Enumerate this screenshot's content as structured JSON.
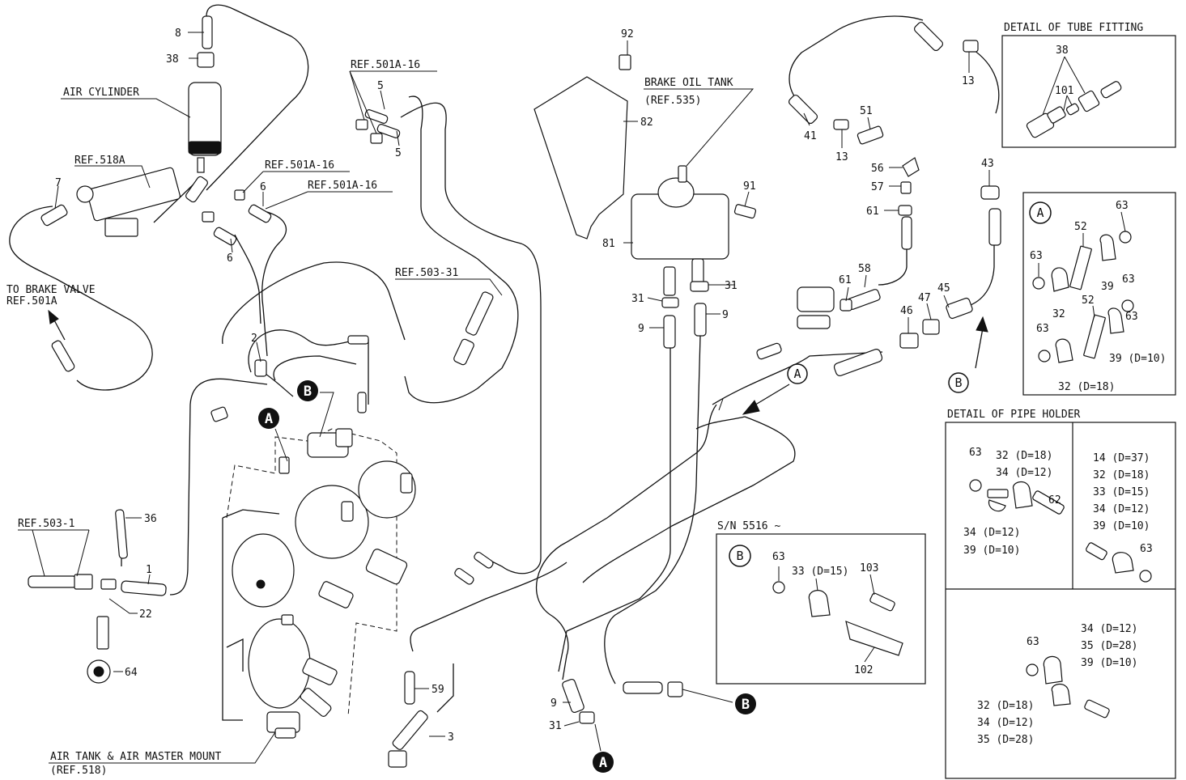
{
  "labels": {
    "air_cylinder": "AIR CYLINDER",
    "ref_518a": "REF.518A",
    "to_brake_valve": "TO BRAKE VALVE",
    "ref_501a": "REF.501A",
    "ref_501a_16_top": "REF.501A-16",
    "ref_501a_16_mid": "REF.501A-16",
    "ref_501a_16_low": "REF.501A-16",
    "ref_503_31": "REF.503-31",
    "ref_503_1": "REF.503-1",
    "air_tank": "AIR TANK & AIR MASTER MOUNT",
    "ref_518": "(REF.518)",
    "brake_oil_tank": "BRAKE OIL TANK",
    "ref_535": "(REF.535)",
    "detail_tube_fitting": "DETAIL OF TUBE FITTING",
    "detail_pipe_holder": "DETAIL OF PIPE HOLDER",
    "sn_5516": "S/N 5516 ~"
  },
  "markers": {
    "A": "A",
    "B": "B"
  },
  "part_numbers": {
    "p8": "8",
    "p38": "38",
    "p7": "7",
    "p5a": "5",
    "p5b": "5",
    "p6a": "6",
    "p6b": "6",
    "p2": "2",
    "p36": "36",
    "p1": "1",
    "p22": "22",
    "p64": "64",
    "p59": "59",
    "p3": "3",
    "p92": "92",
    "p82": "82",
    "p91": "91",
    "p81": "81",
    "p31a": "31",
    "p31b": "31",
    "p9a": "9",
    "p9b": "9",
    "p9c": "9",
    "p31c": "31",
    "p13a": "13",
    "p13b": "13",
    "p41": "41",
    "p51": "51",
    "p56": "56",
    "p57": "57",
    "p61a": "61",
    "p61b": "61",
    "p58": "58",
    "p43": "43",
    "p46": "46",
    "p47": "47",
    "p45": "45"
  },
  "detail_tube": {
    "n38": "38",
    "n101": "101"
  },
  "detail_a": {
    "n63a": "63",
    "n52a": "52",
    "n63b": "63",
    "n63c": "63",
    "n32": "32",
    "n39": "39",
    "n52b": "52",
    "n63d": "63",
    "n63e": "63",
    "n39d": "39 (D=10)",
    "n32d": "32 (D=18)"
  },
  "detail_b": {
    "n63": "63",
    "n33": "33 (D=15)",
    "n103": "103",
    "n102": "102"
  },
  "pipe_holder": {
    "left": {
      "n63": "63",
      "l1": "32 (D=18)",
      "l2": "34 (D=12)",
      "n62": "62",
      "l3": "34 (D=12)",
      "l4": "39 (D=10)"
    },
    "right": {
      "l1": "14 (D=37)",
      "l2": "32 (D=18)",
      "l3": "33 (D=15)",
      "l4": "34 (D=12)",
      "l5": "39 (D=10)",
      "n63": "63"
    },
    "bottom": {
      "n63": "63",
      "l1": "34 (D=12)",
      "l2": "35 (D=28)",
      "l3": "39 (D=10)",
      "l4": "32 (D=18)",
      "l5": "34 (D=12)",
      "l6": "35 (D=28)"
    }
  }
}
